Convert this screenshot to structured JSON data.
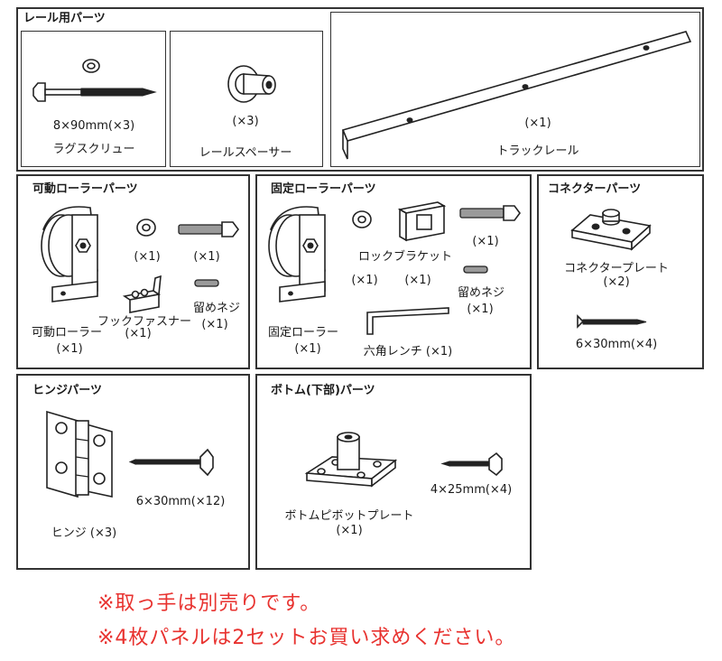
{
  "rail": {
    "title": "レール用パーツ",
    "lag_screw": {
      "size": "8×90mm(×3)",
      "name": "ラグスクリュー"
    },
    "spacer": {
      "qty": "(×3)",
      "name": "レールスペーサー"
    },
    "track": {
      "qty": "(×1)",
      "name": "トラックレール"
    }
  },
  "movable": {
    "title": "可動ローラーパーツ",
    "washer_qty": "(×1)",
    "bolt_qty": "(×1)",
    "set_screw": "留めネジ",
    "set_screw_qty": "(×1)",
    "hook_fastener": "フックファスナー",
    "hook_fastener_qty": "(×1)",
    "roller": "可動ローラー",
    "roller_qty": "(×1)"
  },
  "fixed": {
    "title": "固定ローラーパーツ",
    "lock_bracket": "ロックブラケット",
    "bolt_qty": "(×1)",
    "washer_qty": "(×1)",
    "bracket_qty": "(×1)",
    "set_screw": "留めネジ",
    "set_screw_qty": "(×1)",
    "roller": "固定ローラー",
    "roller_qty": "(×1)",
    "hex_wrench": "六角レンチ (×1)"
  },
  "connector": {
    "title": "コネクターパーツ",
    "plate": "コネクタープレート",
    "plate_qty": "(×2)",
    "screw": "6×30mm(×4)"
  },
  "hinge": {
    "title": "ヒンジパーツ",
    "screw": "6×30mm(×12)",
    "hinge": "ヒンジ (×3)"
  },
  "bottom": {
    "title": "ボトム(下部)パーツ",
    "screw": "4×25mm(×4)",
    "plate": "ボトムピボットプレート",
    "plate_qty": "(×1)"
  },
  "notes": [
    "※取っ手は別売りです。",
    "※4枚パネルは2セットお買い求めください。"
  ],
  "colors": {
    "note": "#e8322f",
    "border": "#333333"
  }
}
